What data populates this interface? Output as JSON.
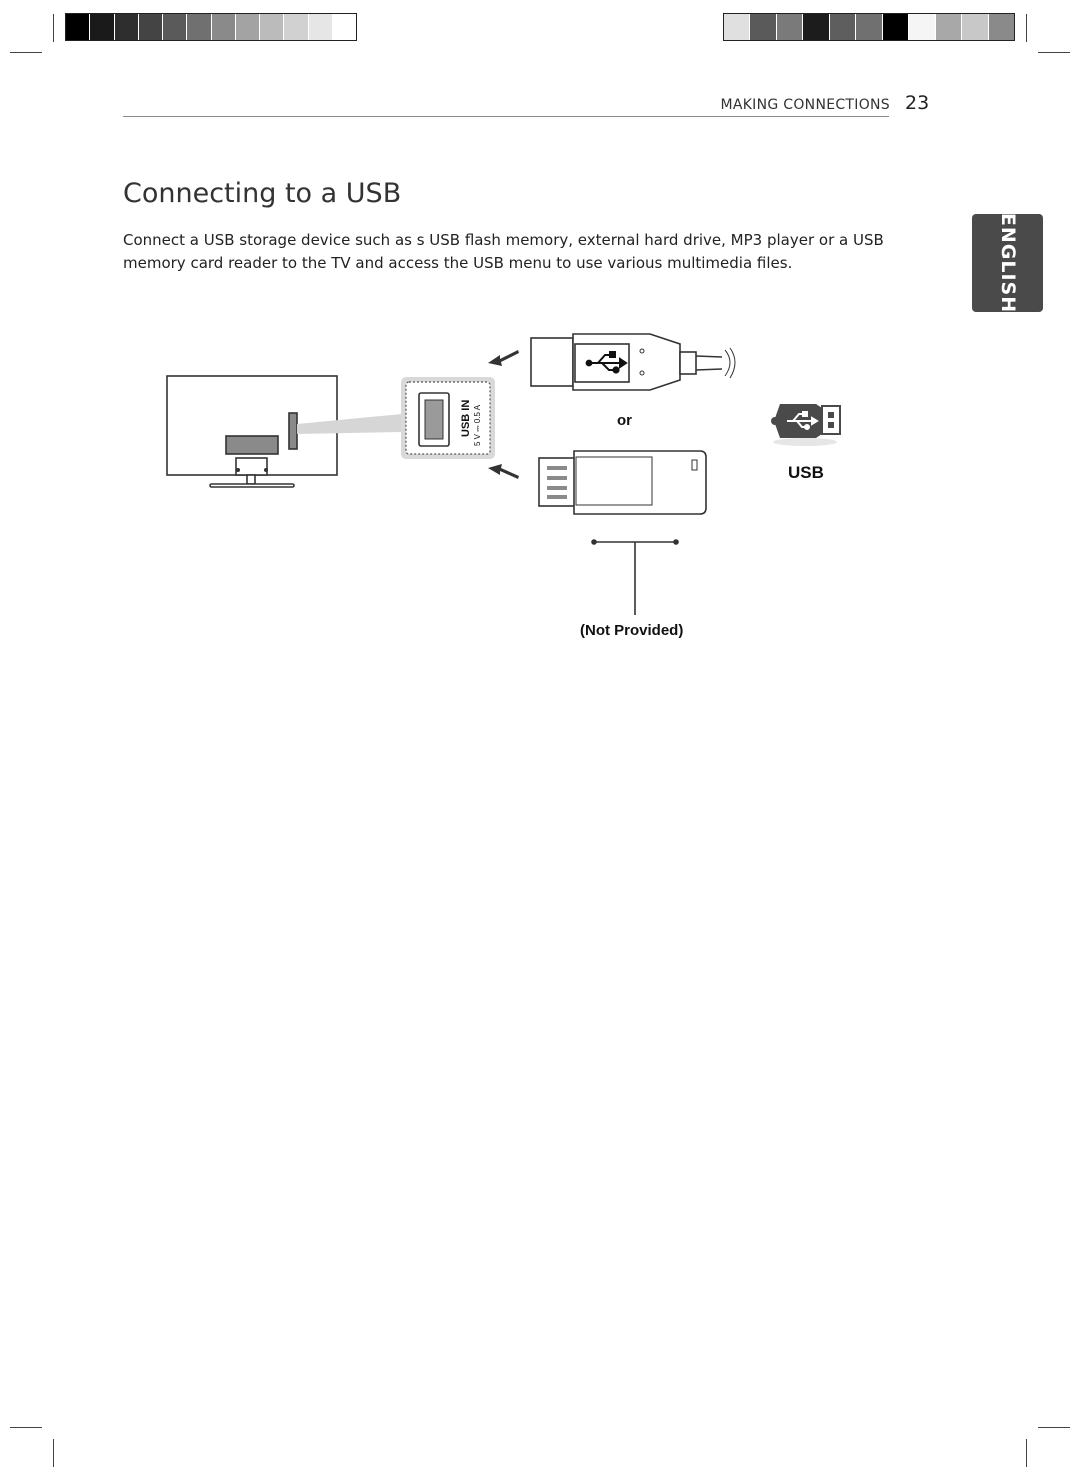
{
  "calibration": {
    "left_swatches": [
      "#000000",
      "#1a1a1a",
      "#2e2e2e",
      "#444444",
      "#5a5a5a",
      "#707070",
      "#8a8a8a",
      "#a3a3a3",
      "#bbbbbb",
      "#d1d1d1",
      "#e6e6e6",
      "#ffffff"
    ],
    "right_swatches": [
      "#e0e0e0",
      "#5a5a5a",
      "#7a7a7a",
      "#1c1c1c",
      "#5e5e5e",
      "#707070",
      "#000000",
      "#f5f5f5",
      "#a8a8a8",
      "#c8c8c8",
      "#8a8a8a"
    ]
  },
  "header": {
    "section": "MAKING CONNECTIONS",
    "page_number": "23"
  },
  "language_tab": "ENGLISH",
  "title": "Connecting to a USB",
  "intro": "Connect a USB storage device such as s USB flash memory, external hard drive, MP3 player or a USB memory card reader to the TV and access the USB menu to use various multimedia files.",
  "diagram": {
    "port_label": "USB IN",
    "port_rating": "5 V ⎓ 0.5 A",
    "or_label": "or",
    "usb_label": "USB",
    "not_provided_label": "(Not Provided)",
    "colors": {
      "line": "#333333",
      "panel": "#d9d9d9",
      "icon": "#4a4a4a"
    },
    "icons": [
      "tv-icon",
      "usb-port-icon",
      "usb-cable-plug-icon",
      "usb-flash-drive-icon",
      "usb-stick-icon",
      "usb-trident-icon"
    ]
  }
}
